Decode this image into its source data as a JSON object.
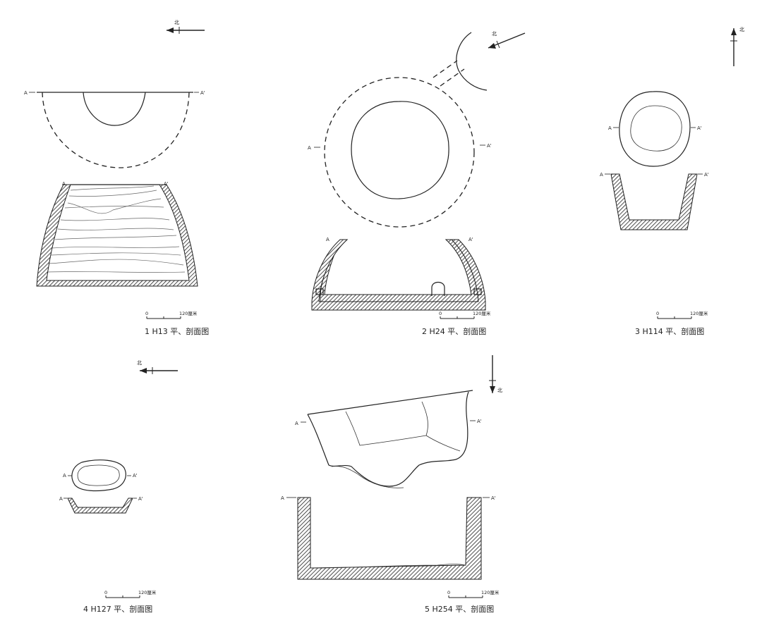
{
  "north_label": "北",
  "section_labels": {
    "a": "A",
    "a_prime": "A'"
  },
  "scale": {
    "zero": "0",
    "end": "120厘米"
  },
  "panels": [
    {
      "id": "h13",
      "caption": "1  H13 平、剖面图"
    },
    {
      "id": "h24",
      "caption": "2  H24 平、剖面图"
    },
    {
      "id": "h114",
      "caption": "3  H114 平、剖面图"
    },
    {
      "id": "h127",
      "caption": "4  H127 平、剖面图"
    },
    {
      "id": "h254",
      "caption": "5  H254 平、剖面图"
    }
  ],
  "colors": {
    "ink": "#222222",
    "background": "#ffffff"
  }
}
